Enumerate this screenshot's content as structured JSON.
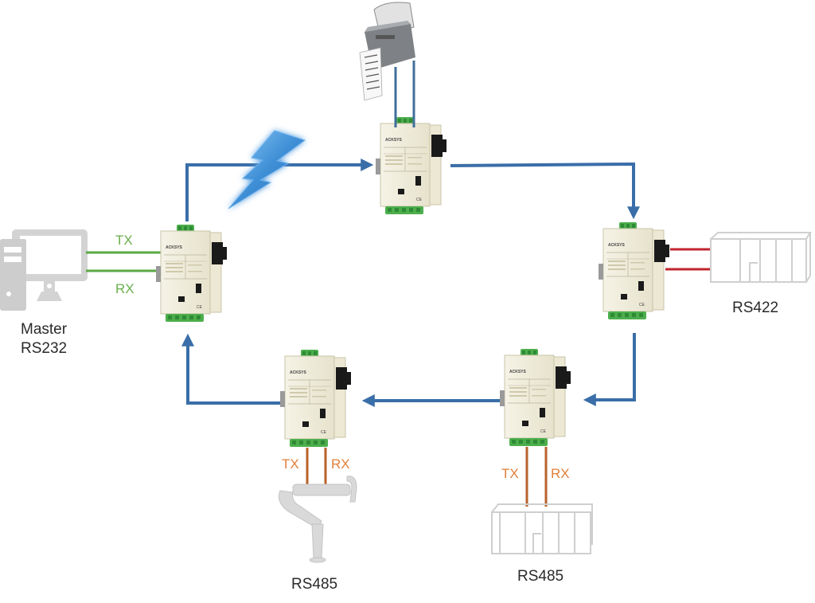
{
  "title": "ACKSYS fiber optic ring serial network",
  "colors": {
    "ring_arrow": "#3a6ea8",
    "rs232_wire": "#5aa843",
    "rs422_wire": "#c0262e",
    "rs485_wire": "#b8622a",
    "printer_wire": "#3f6f9a",
    "device_body": "#f1eedd",
    "terminal_block": "#4cae4c",
    "fiber_connector": "#1a1a1a",
    "peripheral_gray": "#cfcfcf",
    "lightning": "#4a9be0"
  },
  "devices": [
    {
      "id": "converter-master",
      "brand": "ACKSYS",
      "position": "left"
    },
    {
      "id": "converter-printer",
      "brand": "ACKSYS",
      "position": "top"
    },
    {
      "id": "converter-rs422",
      "brand": "ACKSYS",
      "position": "right"
    },
    {
      "id": "converter-rs485-plc",
      "brand": "ACKSYS",
      "position": "bottom-right"
    },
    {
      "id": "converter-rs485-robot",
      "brand": "ACKSYS",
      "position": "bottom-left"
    }
  ],
  "ring": {
    "direction": "clockwise",
    "fault_indicator": "lightning-bolt on link master→printer"
  },
  "labels": {
    "master_line1": "Master",
    "master_line2": "RS232",
    "master_tx": "TX",
    "master_rx": "RX",
    "rs422": "RS422",
    "rs485_right": "RS485",
    "rs485_right_tx": "TX",
    "rs485_right_rx": "RX",
    "rs485_left": "RS485",
    "rs485_left_tx": "TX",
    "rs485_left_rx": "RX",
    "device_brand": "ACKSYS"
  },
  "peripherals": [
    {
      "name": "Master PC",
      "protocol": "RS232"
    },
    {
      "name": "Label printer",
      "protocol": ""
    },
    {
      "name": "PLC rack",
      "protocol": "RS422"
    },
    {
      "name": "PLC rack",
      "protocol": "RS485"
    },
    {
      "name": "Robot arm",
      "protocol": "RS485"
    }
  ]
}
